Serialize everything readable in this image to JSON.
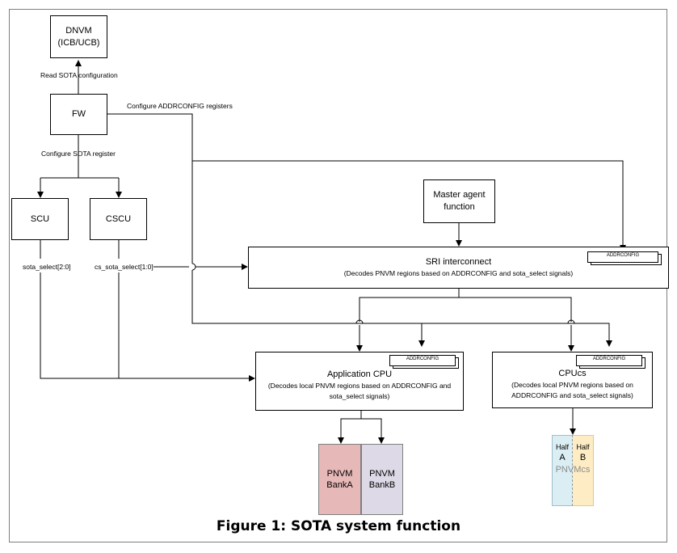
{
  "nodes": {
    "dnvm": {
      "line1": "DNVM",
      "line2": "(ICB/UCB)"
    },
    "fw": {
      "label": "FW"
    },
    "scu": {
      "label": "SCU"
    },
    "cscu": {
      "label": "CSCU"
    },
    "master": {
      "line1": "Master agent",
      "line2": "function"
    },
    "sri": {
      "title": "SRI interconnect",
      "desc": "(Decodes PNVM regions based on ADDRCONFIG and sota_select signals)",
      "tag": "ADDRCONFIG"
    },
    "app_cpu": {
      "title": "Application CPU",
      "desc1": "(Decodes local PNVM regions based on ADDRCONFIG and",
      "desc2": "sota_select signals)",
      "tag": "ADDRCONFIG"
    },
    "cpucs": {
      "title": "CPUcs",
      "desc1": "(Decodes local PNVM regions based on",
      "desc2": "ADDRCONFIG and sota_select signals)",
      "tag": "ADDRCONFIG"
    },
    "bank_a": {
      "line1": "PNVM",
      "line2": "BankA",
      "color": "#e6b8b7"
    },
    "bank_b": {
      "line1": "PNVM",
      "line2": "BankB",
      "color": "#ddd9e6"
    },
    "half_a": {
      "line1": "Half",
      "line2": "A",
      "color": "#daeef3"
    },
    "half_b": {
      "line1": "Half",
      "line2": "B",
      "color": "#fdecc4"
    },
    "pnvmcs": {
      "part1": "PNV",
      "part2": "Mcs"
    }
  },
  "edge_labels": {
    "read_sota": "Read SOTA configuration",
    "configure_addrconfig": "Configure ADDRCONFIG registers",
    "configure_sota": "Configure SOTA register",
    "sota_select": "sota_select[2:0]",
    "cs_sota_select": "cs_sota_select[1:0]"
  },
  "caption": "Figure 1: SOTA system function"
}
